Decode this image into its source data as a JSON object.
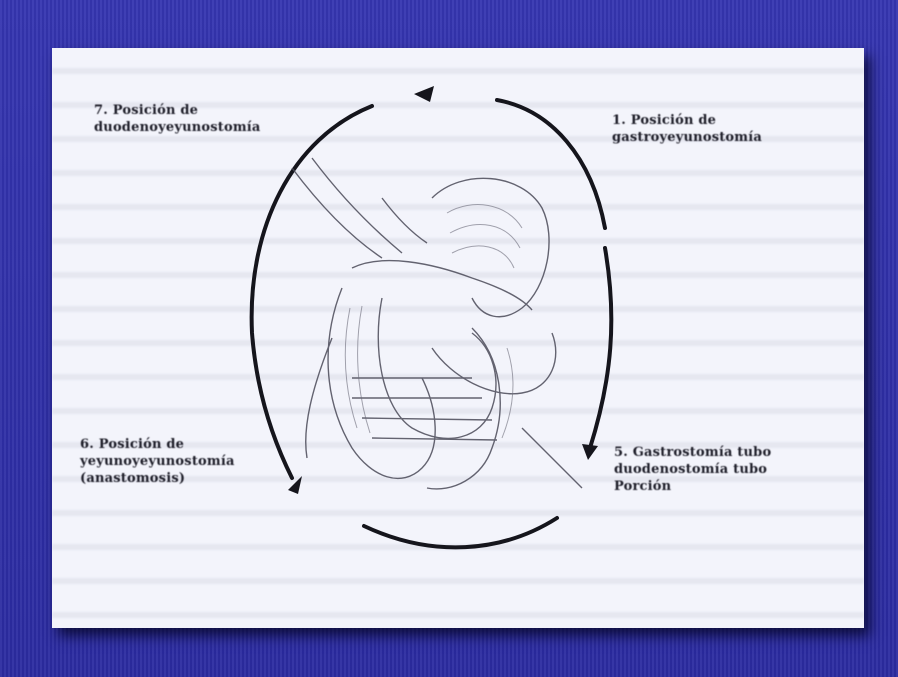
{
  "labels": {
    "top_left": [
      "7. Posición de",
      "duodenoyeyunostomía"
    ],
    "top_right": [
      "1. Posición de",
      "gastroyeyunostomía"
    ],
    "bottom_left": [
      "6. Posición de",
      "yeyunoyeyunostomía",
      "(anastomosis)"
    ],
    "bottom_right": [
      "5. Gastrostomía tubo",
      "duodenostomía tubo",
      "Porción"
    ]
  },
  "colors": {
    "background": "#2f2fa6",
    "slide": "#f3f4fb",
    "ink": "#1d1d28"
  }
}
